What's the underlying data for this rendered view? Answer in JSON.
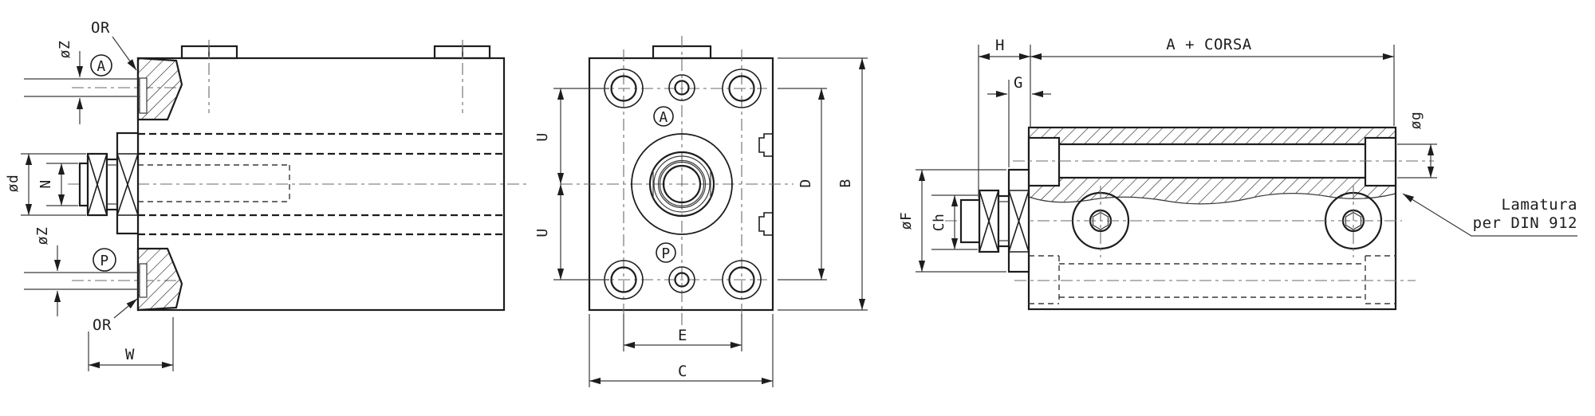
{
  "colors": {
    "ink": "#1d1d1d",
    "background": "#ffffff"
  },
  "labels": {
    "or": "OR",
    "oz": "øZ",
    "port_a": "A",
    "port_p": "P",
    "od": "ød",
    "n": "N",
    "w": "W",
    "u": "U",
    "e": "E",
    "c": "C",
    "d": "D",
    "b": "B",
    "h": "H",
    "g": "G",
    "a_corsa": "A + CORSA",
    "og": "øg",
    "of": "øF",
    "ch": "Ch",
    "note_line1": "Lamatura",
    "note_line2": "per DIN 912"
  }
}
